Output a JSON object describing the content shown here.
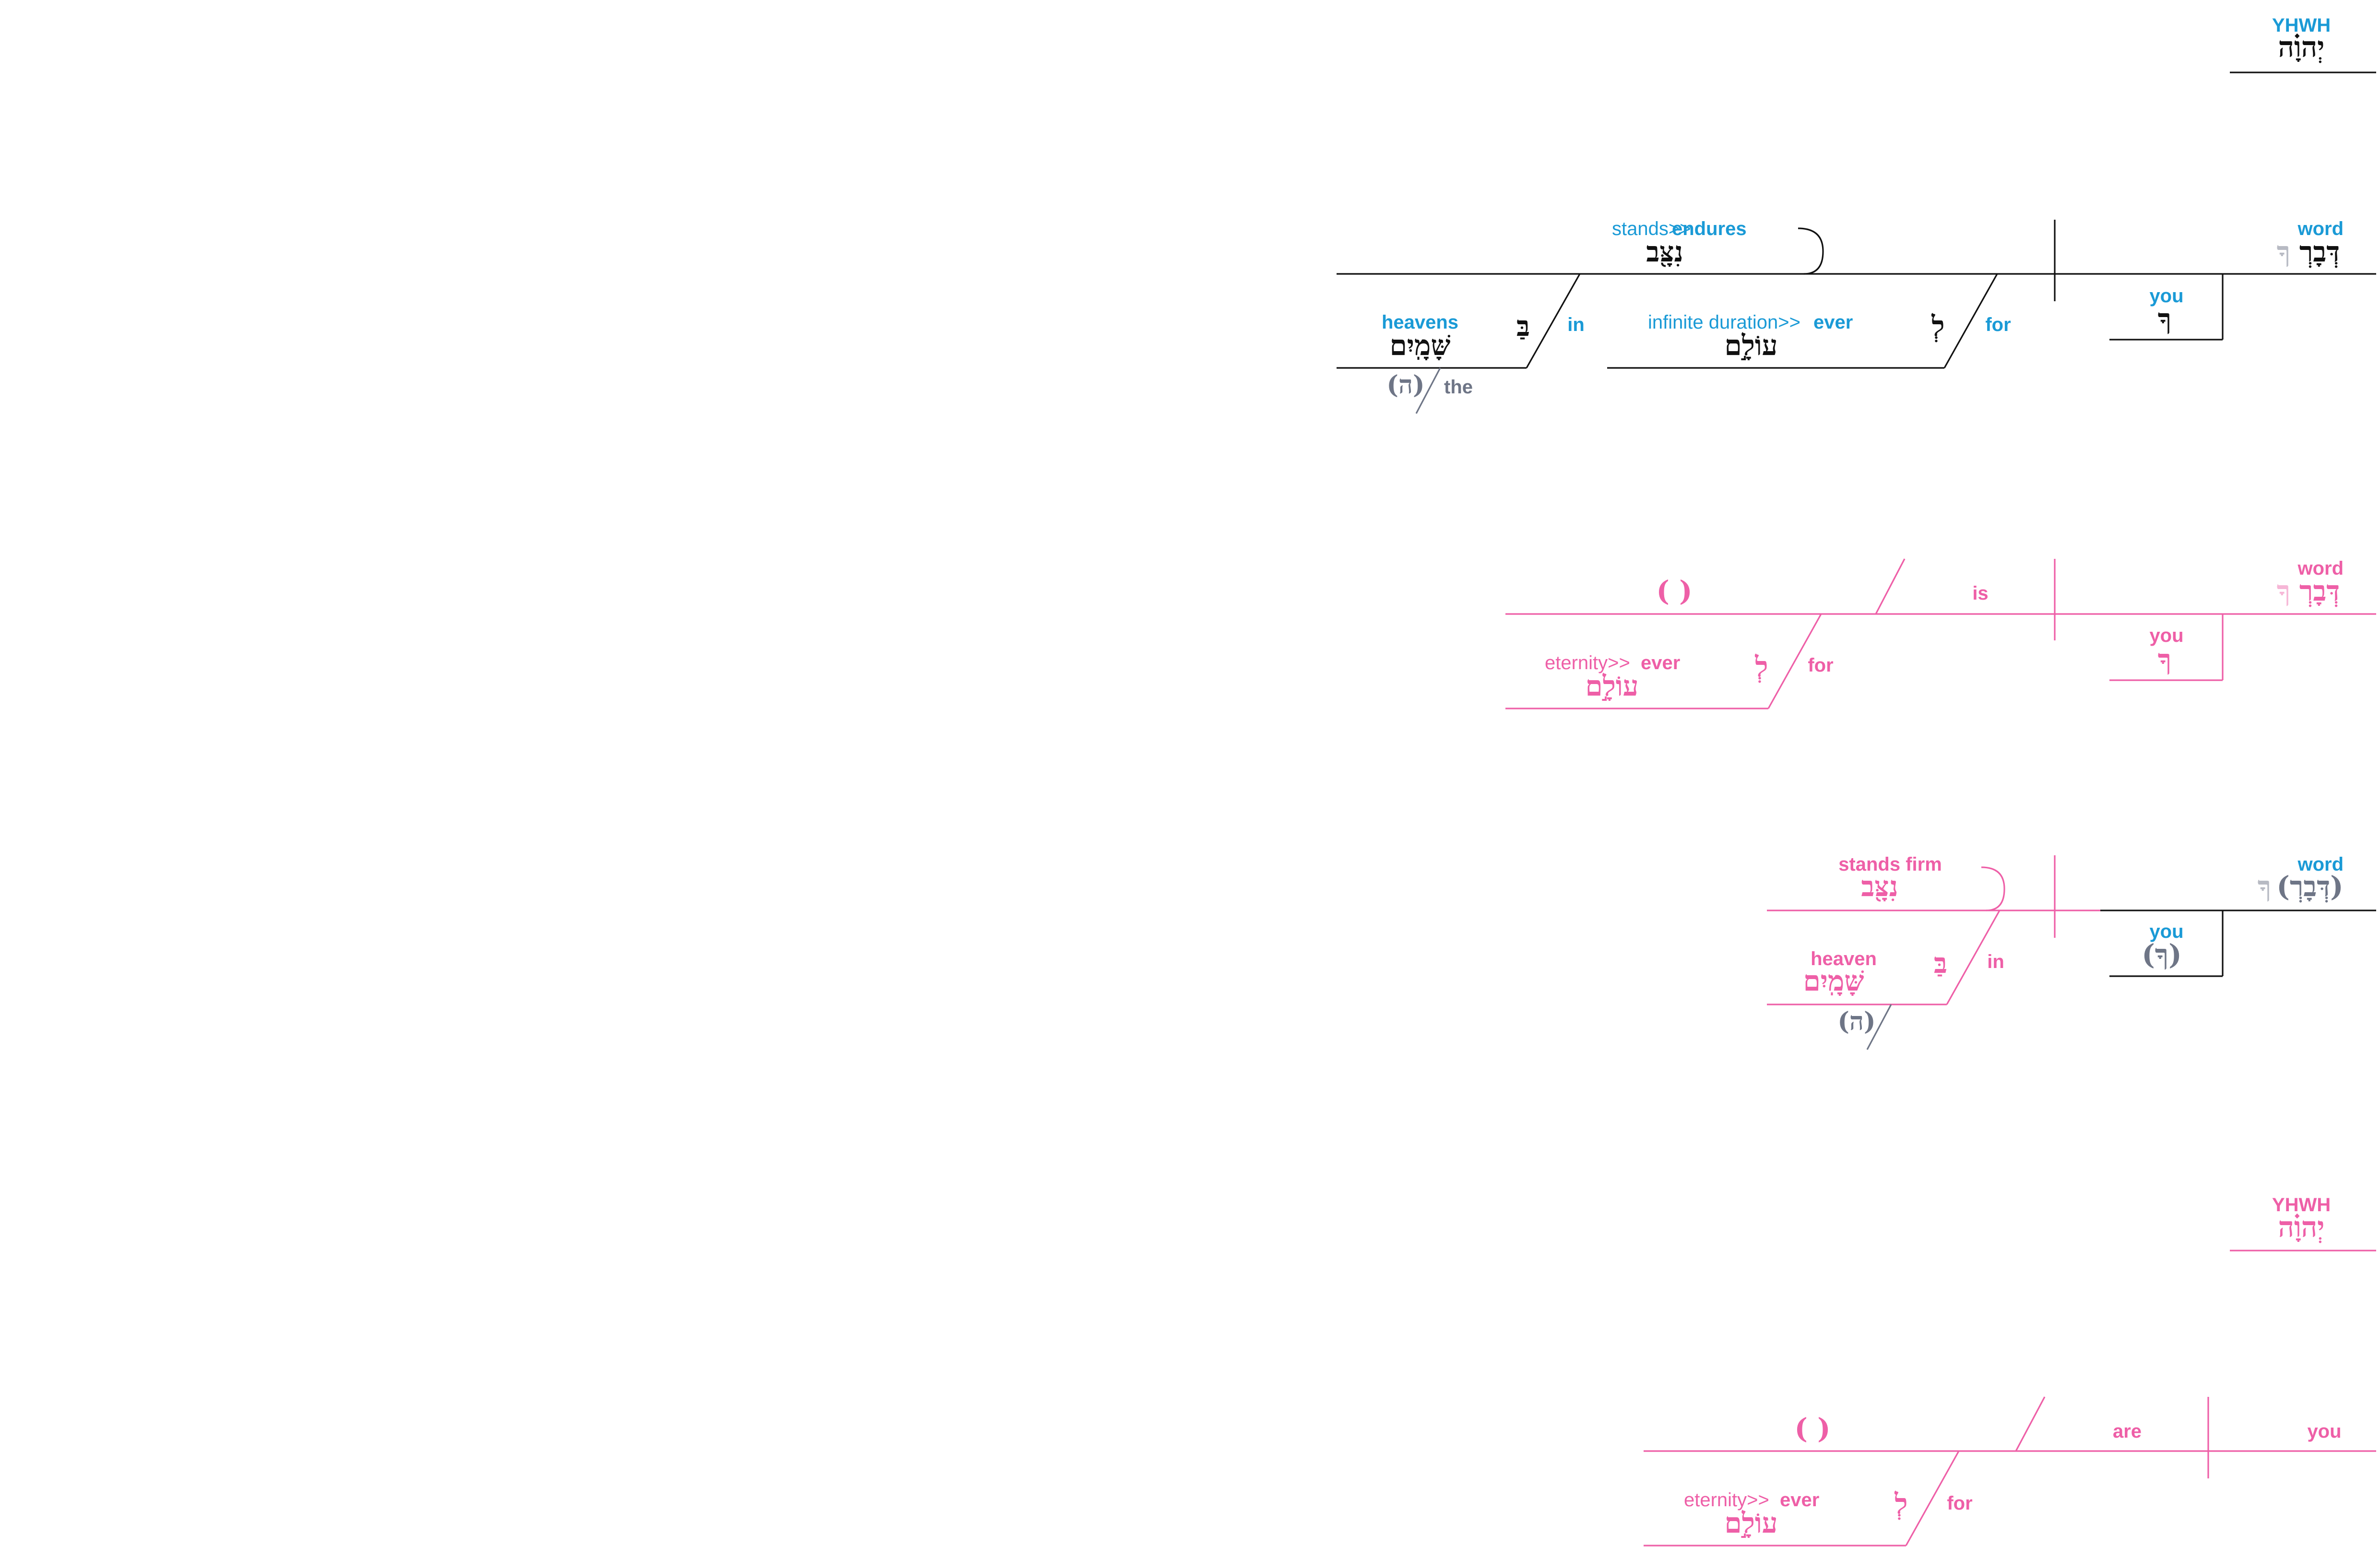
{
  "colors": {
    "english": "#1a9ad6",
    "alt": "#ee5fa7",
    "hebrew": "#111111",
    "implied": "#6e7586"
  },
  "d1": {
    "subject_en": "YHWH",
    "subject_he": "יְהוָ֗ה"
  },
  "d2": {
    "verb_en_pre": "stands>>",
    "verb_en": "endures",
    "verb_he": "נִצָּ֖ב",
    "subject_en": "word",
    "subject_he_faded": "ךָ",
    "subject_he": "דְּבָרְ",
    "poss_en": "you",
    "poss_he": "ךָ",
    "pp1_prep_en": "in",
    "pp1_prep_he": "בַּ",
    "pp1_obj_en": "heavens",
    "pp1_obj_he": "שָּׁמָֽיִם",
    "pp1_article_he": "(ה)",
    "pp1_article_en": "the",
    "pp2_prep_en": "for",
    "pp2_prep_he": "לְ",
    "pp2_obj_en_pre": "infinite duration>>",
    "pp2_obj_en": "ever",
    "pp2_obj_he": "עוֹלָ֣ם"
  },
  "d3": {
    "verb": "( )",
    "copula": "is",
    "subject_en": "word",
    "subject_he_faded": "ךָ",
    "subject_he": "דְּבָרְ",
    "poss_en": "you",
    "poss_he": "ךָ",
    "pp_prep_en": "for",
    "pp_prep_he": "לְ",
    "pp_obj_en_pre": "eternity>>",
    "pp_obj_en": "ever",
    "pp_obj_he": "עוֹלָ֣ם"
  },
  "d4": {
    "verb_en": "stands firm",
    "verb_he": "נִצָּ֖ב",
    "subject_en": "word",
    "subject_he_faded": "ךָ",
    "subject_he": "(דְּבָרְ)",
    "poss_en": "you",
    "poss_he": "(ךָ)",
    "pp_prep_en": "in",
    "pp_prep_he": "בַּ",
    "pp_obj_en": "heaven",
    "pp_obj_he": "שָּׁמָֽיִם",
    "pp_article_he": "(ה)"
  },
  "d5": {
    "subject_en": "YHWH",
    "subject_he": "יְהוָ֗ה"
  },
  "d6": {
    "verb": "( )",
    "copula": "are",
    "subject_en": "you",
    "pp_prep_en": "for",
    "pp_prep_he": "לְ",
    "pp_obj_en_pre": "eternity>>",
    "pp_obj_en": "ever",
    "pp_obj_he": "עוֹלָ֣ם"
  }
}
